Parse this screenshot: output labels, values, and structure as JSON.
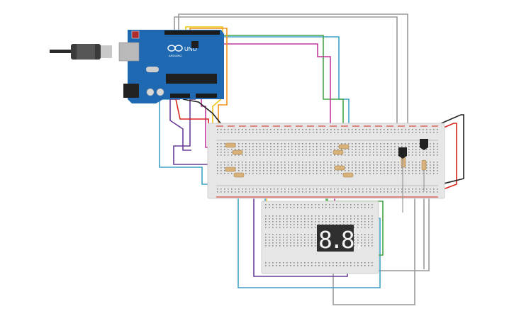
{
  "arduino": {
    "logo_text": "UNO",
    "brand_text": "ARDUINO",
    "board_color": "#1f69b3",
    "usb_color": "#3a3a3a"
  },
  "display": {
    "digits": "8.8.",
    "segment_color": "#f2f2f2",
    "body_color": "#2f2f2f"
  },
  "wires": {
    "red": "#d9251c",
    "black": "#222222",
    "yellow": "#f0c419",
    "orange": "#f2931b",
    "green": "#46a546",
    "magenta": "#c2399c",
    "purple": "#6a3d9a",
    "cyan": "#3ea1c9",
    "gray": "#9a9a9a"
  },
  "breadboard": {
    "color": "#e6e6e6",
    "hole_color": "#8a8a8a",
    "rail_red": "#d9251c",
    "rail_black": "#333333"
  }
}
